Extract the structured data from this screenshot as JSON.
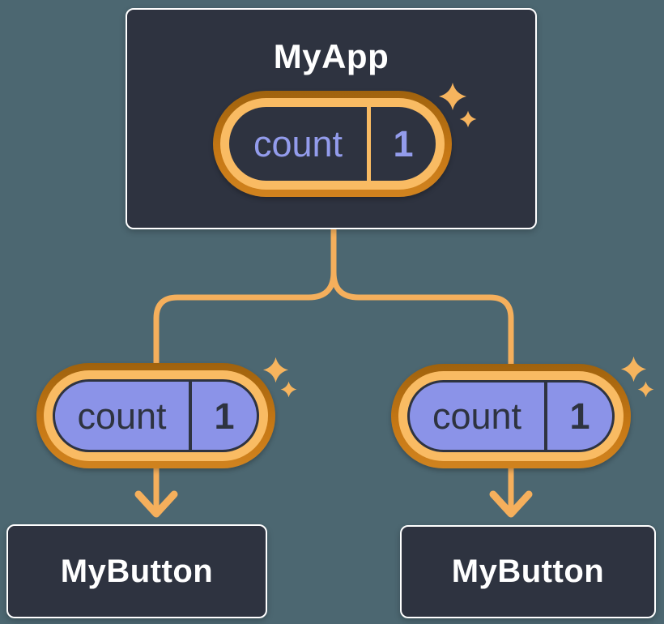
{
  "tree": {
    "root": {
      "label": "MyApp",
      "state": {
        "label": "count",
        "value": "1"
      }
    },
    "children": [
      {
        "label": "MyButton",
        "state": {
          "label": "count",
          "value": "1"
        }
      },
      {
        "label": "MyButton",
        "state": {
          "label": "count",
          "value": "1"
        }
      }
    ]
  },
  "icons": {
    "sparkle": "✦"
  },
  "colors": {
    "background": "#4C6771",
    "node_fill": "#2E3340",
    "node_border": "#FFFFFF",
    "node_text": "#FFFFFF",
    "state_purple_fill": "#8B93E8",
    "state_purple_text": "#939CEC",
    "ink_dark": "#2E3340",
    "ring_outer_dark": "#C77815",
    "ring_inner_light": "#F9BB63",
    "connector_orange": "#F5AF5C",
    "sparkle_orange": "#F6B45E"
  }
}
